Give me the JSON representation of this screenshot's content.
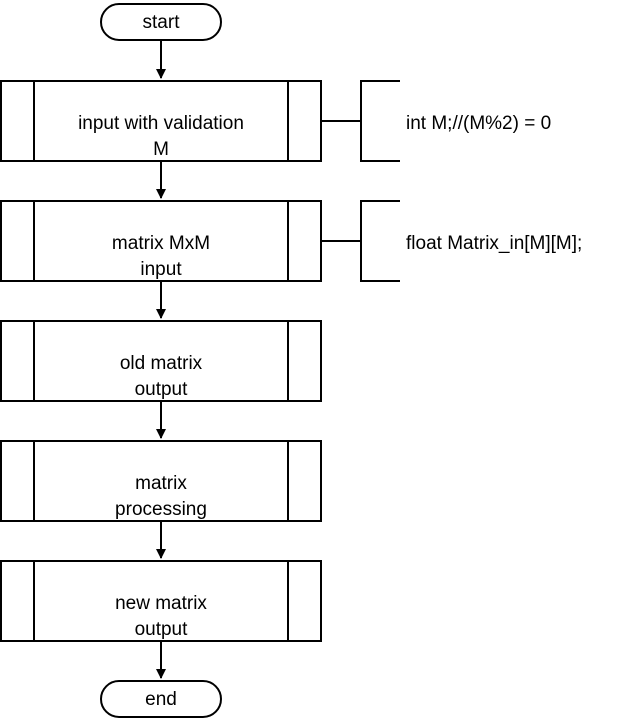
{
  "flowchart": {
    "start": "start",
    "end": "end",
    "process_1": {
      "line1": "input with validation",
      "line2": "M"
    },
    "process_2": {
      "line1": "matrix MxM",
      "line2": "input"
    },
    "process_3": {
      "line1": "old matrix",
      "line2": "output"
    },
    "process_4": {
      "line1": "matrix",
      "line2": "processing"
    },
    "process_5": {
      "line1": "new matrix",
      "line2": "output"
    },
    "annotation_1": "int M;//(M%2) = 0",
    "annotation_2": "float Matrix_in[M][M];"
  },
  "colors": {
    "stroke": "#000000",
    "fill": "#ffffff"
  }
}
